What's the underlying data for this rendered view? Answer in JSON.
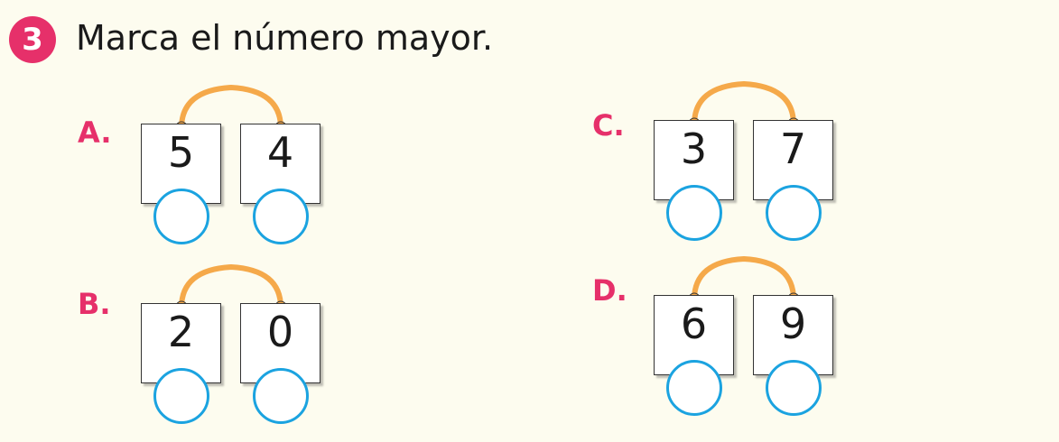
{
  "exercise": {
    "number": "3",
    "instruction": "Marca el número mayor."
  },
  "colors": {
    "accent": "#e6306a",
    "string": "#f5a94a",
    "circle": "#1ba3e0"
  },
  "items": [
    {
      "label": "A.",
      "numbers": [
        "5",
        "4"
      ]
    },
    {
      "label": "B.",
      "numbers": [
        "2",
        "0"
      ]
    },
    {
      "label": "C.",
      "numbers": [
        "3",
        "7"
      ]
    },
    {
      "label": "D.",
      "numbers": [
        "6",
        "9"
      ]
    }
  ]
}
